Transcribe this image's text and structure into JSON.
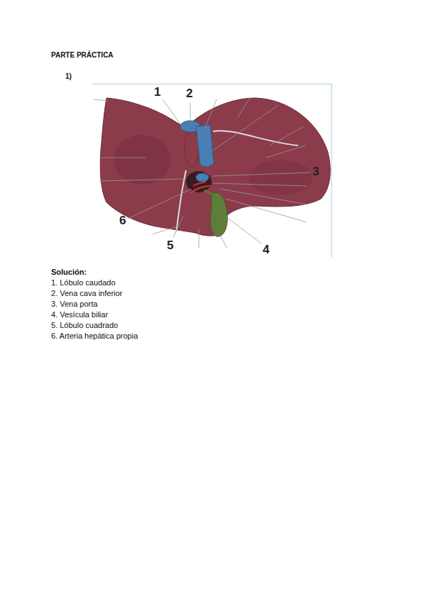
{
  "diagram": {
    "title": "PARTE PRÁCTICA",
    "labels": [
      "1)",
      "1",
      "2",
      "3",
      "4",
      "5",
      "6",
      "Solución:",
      "1. Lóbulo caudado",
      "2. Vena cava inferior",
      "3. Vena porta",
      "4. Vesícula biliar",
      "5. Lóbulo cuadrado",
      "6. Arteria hepática propia"
    ]
  }
}
